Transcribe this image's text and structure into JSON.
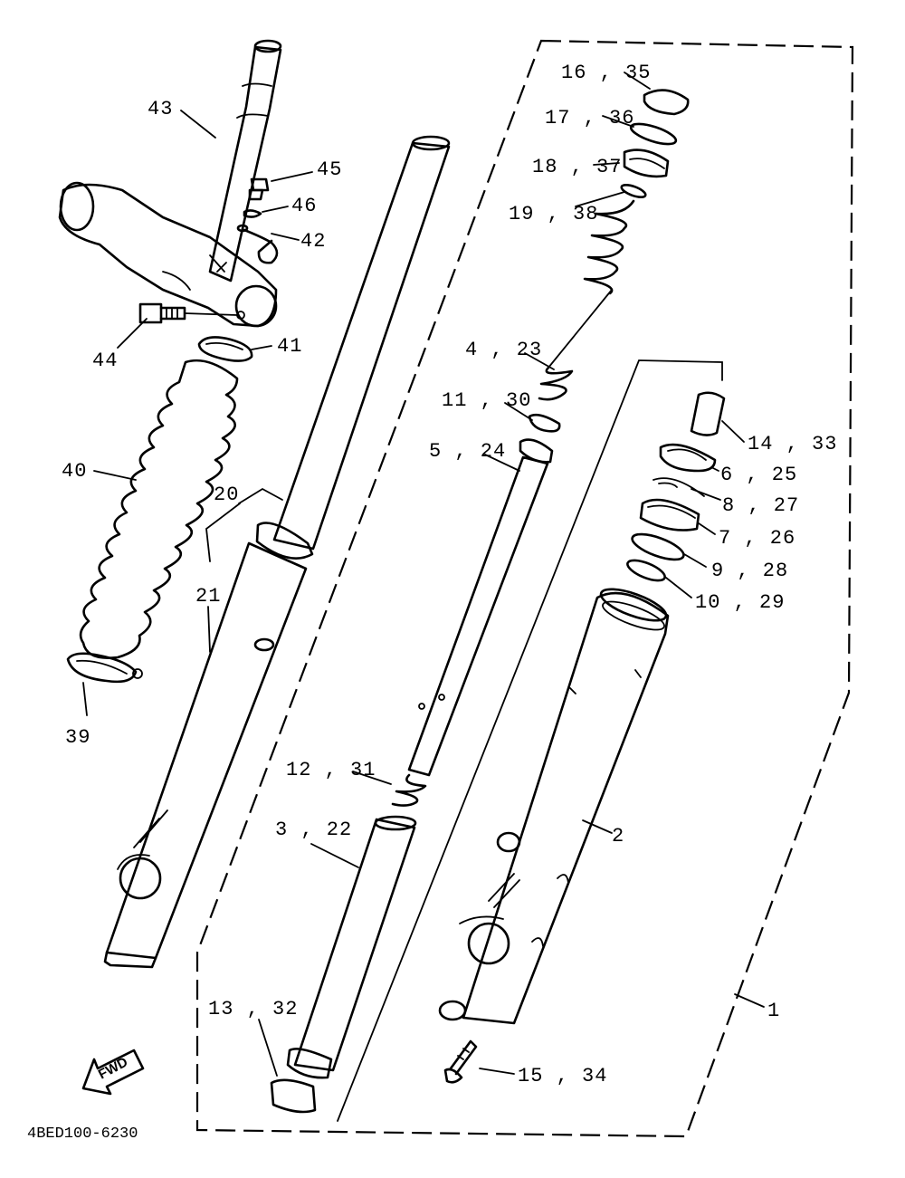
{
  "diagram_code": "4BED100-6230",
  "fwd_label": "FWD",
  "labels": {
    "p1": "1",
    "p2": "2",
    "p3_22": "3 , 22",
    "p4_23": "4 , 23",
    "p5_24": "5 , 24",
    "p6_25": "6 , 25",
    "p7_26": "7 , 26",
    "p8_27": "8 , 27",
    "p9_28": "9 , 28",
    "p10_29": "10 , 29",
    "p11_30": "11 , 30",
    "p12_31": "12 , 31",
    "p13_32": "13 , 32",
    "p14_33": "14 , 33",
    "p15_34": "15 , 34",
    "p16_35": "16 , 35",
    "p17_36": "17 , 36",
    "p18_37": "18 , 37",
    "p19_38": "19 , 38",
    "p20": "20",
    "p21": "21",
    "p39": "39",
    "p40": "40",
    "p41": "41",
    "p42": "42",
    "p43": "43",
    "p44": "44",
    "p45": "45",
    "p46": "46"
  }
}
